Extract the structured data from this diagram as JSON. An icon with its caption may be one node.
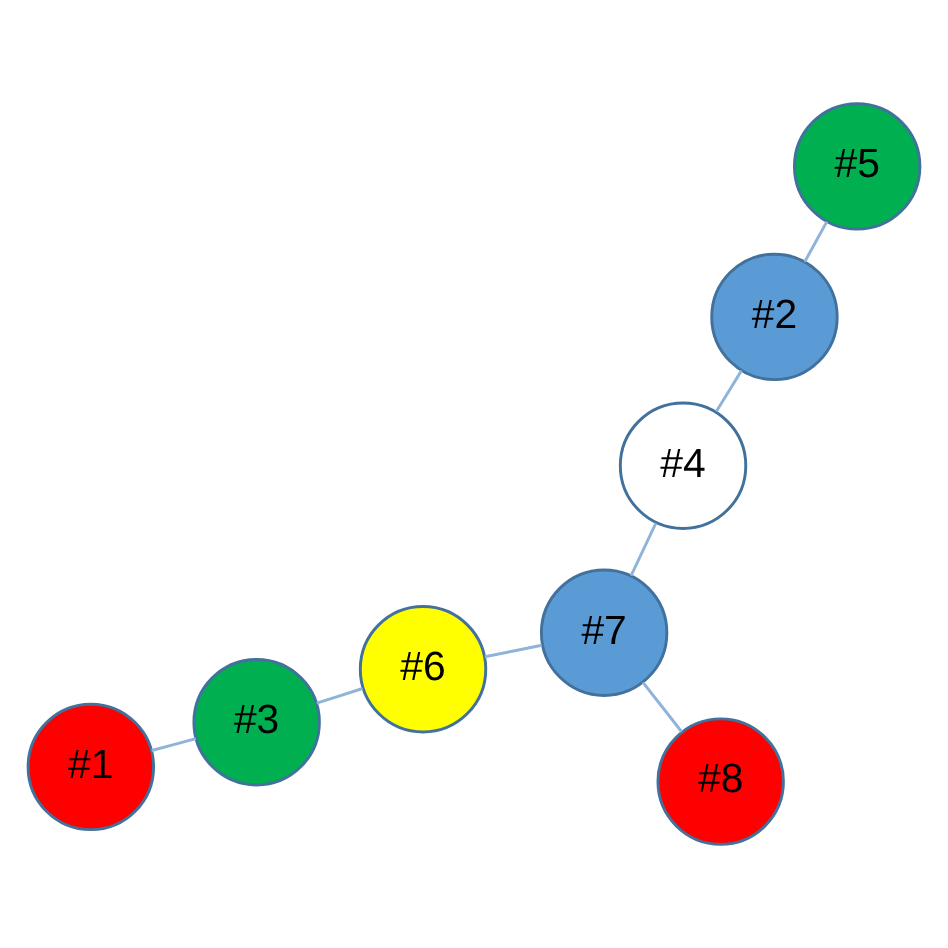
{
  "diagram": {
    "nodes": [
      {
        "text": [
          "#1"
        ]
      },
      {
        "text": [
          "#2"
        ]
      },
      {
        "text": [
          "#3"
        ]
      },
      {
        "text": [
          "#4"
        ]
      },
      {
        "text": [
          "#5"
        ]
      },
      {
        "text": [
          "#6"
        ]
      },
      {
        "text": [
          "#7"
        ]
      },
      {
        "text": [
          "#8"
        ]
      }
    ],
    "edges": [
      {
        "from": 0,
        "to": 2,
        "arrow": "none"
      },
      {
        "from": 1,
        "to": 3,
        "arrow": "none"
      },
      {
        "from": 1,
        "to": 4,
        "arrow": "none"
      },
      {
        "from": 2,
        "to": 5,
        "arrow": "none"
      },
      {
        "from": 3,
        "to": 6,
        "arrow": "none"
      },
      {
        "from": 6,
        "to": 5,
        "arrow": "none"
      },
      {
        "from": 6,
        "to": 7,
        "arrow": "none"
      }
    ]
  }
}
